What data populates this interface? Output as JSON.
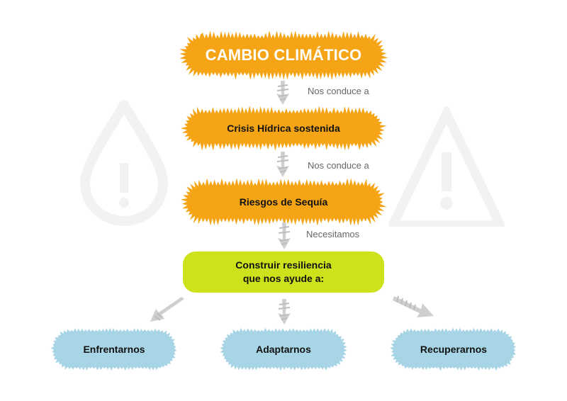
{
  "colors": {
    "orange": "#f4a414",
    "green": "#cde21a",
    "blue": "#a8d5e5",
    "arrow": "#cfcfcf",
    "watermark": "#f2f2f2"
  },
  "background_icons": [
    "water-drop-warning-icon",
    "warning-triangle-icon"
  ],
  "nodes": {
    "title": "CAMBIO CLIMÁTICO",
    "crisis": "Crisis Hídrica sostenida",
    "riesgos": "Riesgos de Sequía",
    "resiliencia_line1": "Construir resiliencia",
    "resiliencia_line2": "que nos ayude a:",
    "outcomes": [
      "Enfrentarnos",
      "Adaptarnos",
      "Recuperarnos"
    ]
  },
  "connectors": {
    "c1": "Nos conduce a",
    "c2": "Nos conduce a",
    "c3": "Necesitamos"
  }
}
